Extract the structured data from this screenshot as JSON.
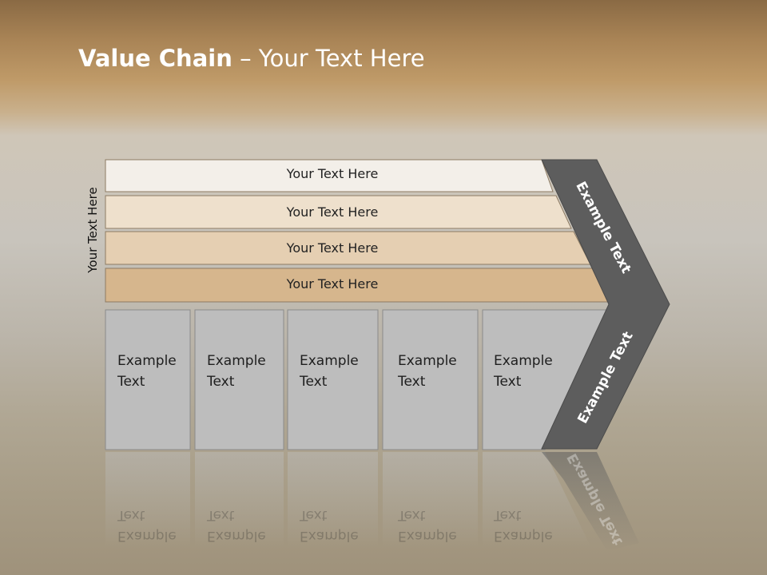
{
  "slide": {
    "title_bold": "Value Chain",
    "title_rest": " – Your Text Here",
    "side_label": "Your Text Here",
    "rows": [
      {
        "label": "Your Text Here"
      },
      {
        "label": "Your Text Here"
      },
      {
        "label": "Your Text Here"
      },
      {
        "label": "Your Text Here"
      }
    ],
    "columns": [
      {
        "line1": "Example",
        "line2": "Text"
      },
      {
        "line1": "Example",
        "line2": "Text"
      },
      {
        "line1": "Example",
        "line2": "Text"
      },
      {
        "line1": "Example",
        "line2": "Text"
      },
      {
        "line1": "Example",
        "line2": "Text"
      }
    ],
    "arrow_top": "Example Text",
    "arrow_bottom": "Example Text",
    "colors": {
      "row1": "#f3efe9",
      "row2": "#eee0cc",
      "row3": "#e5cfb2",
      "row4": "#d6b68d",
      "column": "#bdbdbd",
      "arrow": "#5d5d5d"
    }
  }
}
